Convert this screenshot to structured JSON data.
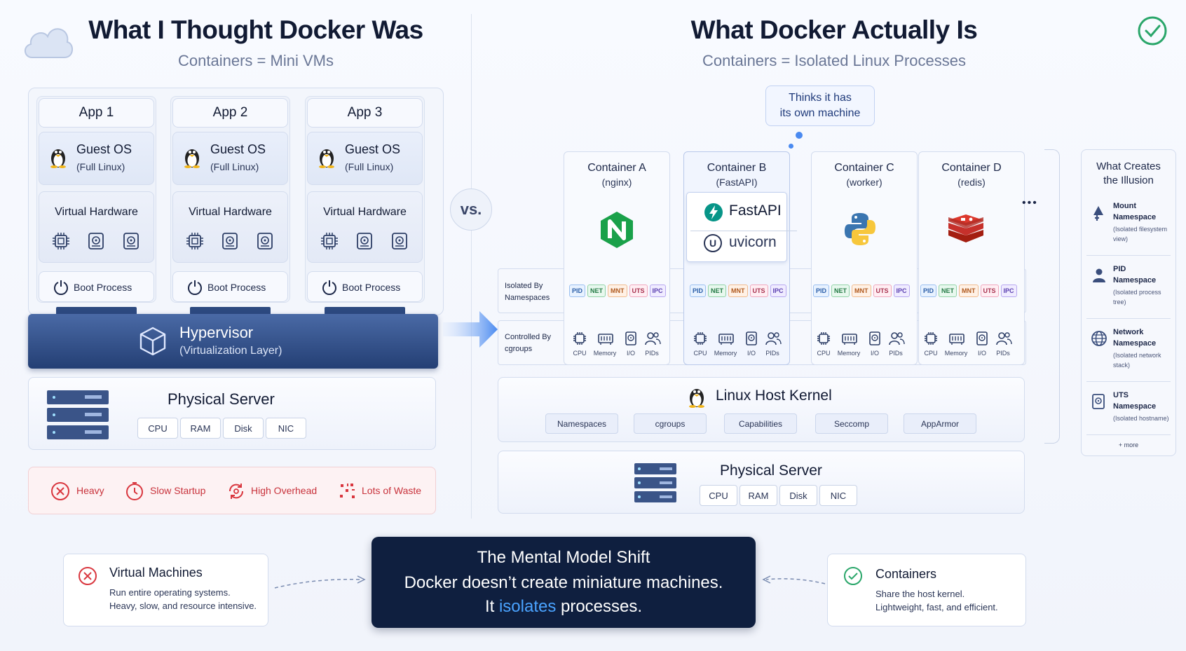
{
  "left": {
    "title": "What I Thought Docker Was",
    "subtitle": "Containers = Mini VMs",
    "apps": [
      {
        "name": "App 1",
        "guest_os": "Guest OS",
        "guest_os_sub": "(Full Linux)",
        "vhw": "Virtual Hardware",
        "boot": "Boot Process"
      },
      {
        "name": "App 2",
        "guest_os": "Guest OS",
        "guest_os_sub": "(Full Linux)",
        "vhw": "Virtual Hardware",
        "boot": "Boot Process"
      },
      {
        "name": "App 3",
        "guest_os": "Guest OS",
        "guest_os_sub": "(Full Linux)",
        "vhw": "Virtual Hardware",
        "boot": "Boot Process"
      }
    ],
    "hypervisor": {
      "title": "Hypervisor",
      "sub": "(Virtualization Layer)"
    },
    "server": {
      "title": "Physical Server",
      "parts": [
        "CPU",
        "RAM",
        "Disk",
        "NIC"
      ]
    },
    "drawbacks": [
      "Heavy",
      "Slow Startup",
      "High Overhead",
      "Lots of Waste"
    ]
  },
  "vs": "vs.",
  "right": {
    "title": "What Docker Actually Is",
    "subtitle": "Containers = Isolated Linux Processes",
    "bubble": {
      "line1": "Thinks it has",
      "line2": "its own machine"
    },
    "containers": [
      {
        "name": "Container A",
        "sub": "(nginx)"
      },
      {
        "name": "Container B",
        "sub": "(FastAPI)",
        "label1": "FastAPI",
        "label2": "uvicorn"
      },
      {
        "name": "Container C",
        "sub": "(worker)"
      },
      {
        "name": "Container D",
        "sub": "(redis)"
      }
    ],
    "more_dots": "•••",
    "rows": {
      "namespaces": {
        "line1": "Isolated By",
        "line2": "Namespaces"
      },
      "cgroups": {
        "line1": "Controlled By",
        "line2": "cgroups"
      }
    },
    "ns_tags": [
      "PID",
      "NET",
      "MNT",
      "UTS",
      "IPC"
    ],
    "cg_items": [
      "CPU",
      "Memory",
      "I/O",
      "PIDs"
    ],
    "kernel": {
      "title": "Linux Host Kernel",
      "features": [
        "Namespaces",
        "cgroups",
        "Capabilities",
        "Seccomp",
        "AppArmor"
      ]
    },
    "server": {
      "title": "Physical Server",
      "parts": [
        "CPU",
        "RAM",
        "Disk",
        "NIC"
      ]
    },
    "illusion": {
      "title_line1": "What Creates",
      "title_line2": "the Illusion",
      "items": [
        {
          "name_line1": "Mount",
          "name_line2": "Namespace",
          "desc_line1": "(Isolated filesystem",
          "desc_line2": "view)"
        },
        {
          "name_line1": "PID",
          "name_line2": "Namespace",
          "desc_line1": "(Isolated process",
          "desc_line2": "tree)"
        },
        {
          "name_line1": "Network",
          "name_line2": "Namespace",
          "desc_line1": "(Isolated network",
          "desc_line2": "stack)"
        },
        {
          "name_line1": "UTS",
          "name_line2": "Namespace",
          "desc_line1": "(Isolated hostname)",
          "desc_line2": ""
        }
      ],
      "more": "+ more"
    }
  },
  "bottom": {
    "vm": {
      "title": "Virtual Machines",
      "line1": "Run entire operating systems.",
      "line2": "Heavy, slow, and resource intensive."
    },
    "shift": {
      "title": "The Mental Model Shift",
      "line1": "Docker doesn’t create miniature machines.",
      "line2_pre": "It ",
      "line2_hl": "isolates",
      "line2_post": " processes."
    },
    "containers": {
      "title": "Containers",
      "line1": "Share the host kernel.",
      "line2": "Lightweight, fast, and efficient."
    }
  },
  "colors": {
    "hypervisor": "#2f4f88",
    "danger": "#d9363e",
    "success": "#2aa66a",
    "accent": "#3b82f6",
    "shift_bg": "#0f1f3f"
  }
}
